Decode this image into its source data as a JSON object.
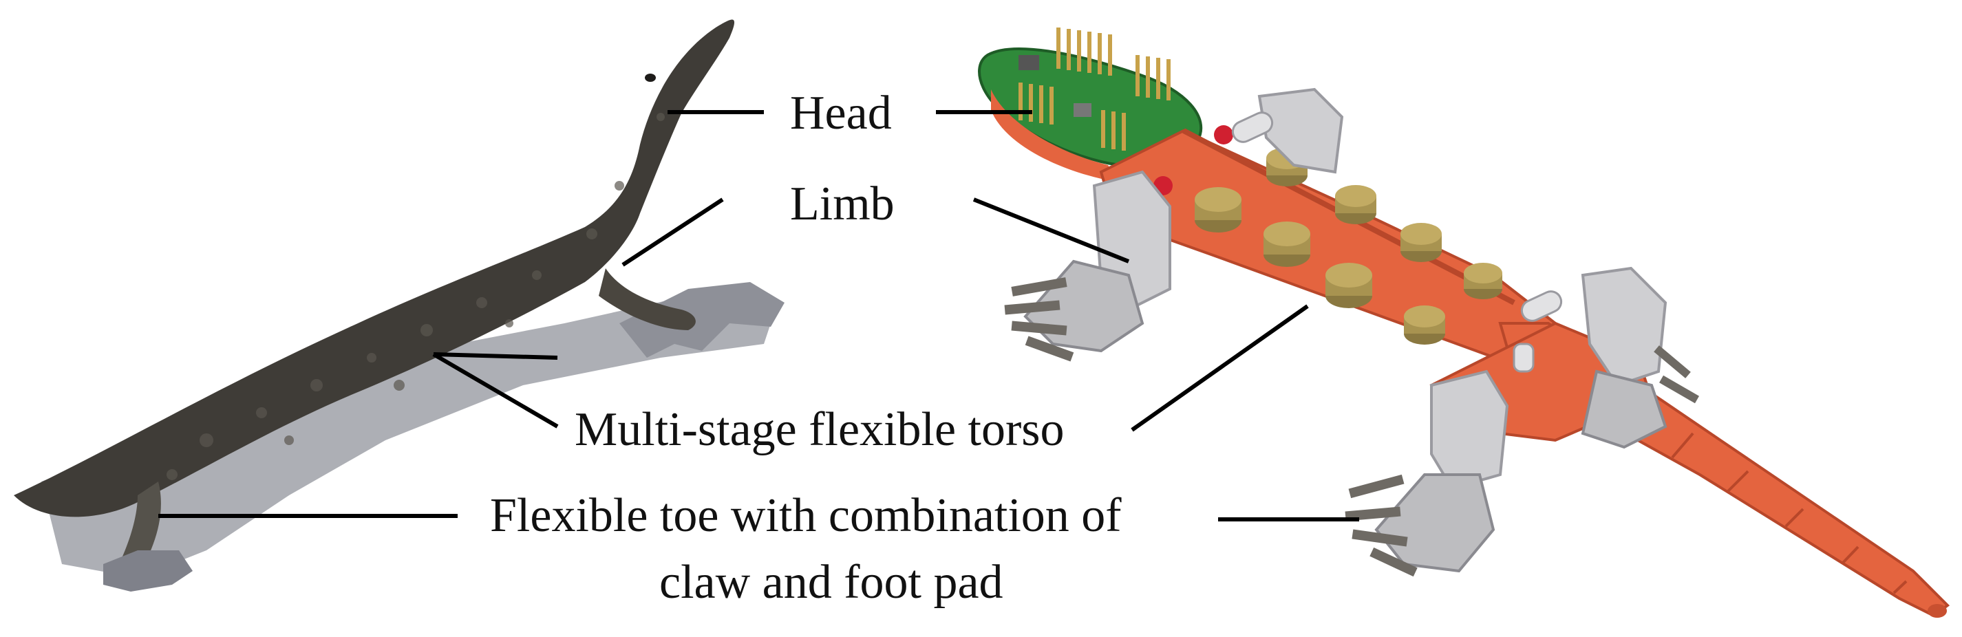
{
  "labels": {
    "head": "Head",
    "limb": "Limb",
    "torso": "Multi-stage flexible torso",
    "toe_line1": "Flexible toe with combination of",
    "toe_line2": "claw and foot pad"
  },
  "colors": {
    "lizard_skin": "#3f3c37",
    "lizard_pale": "#9a9ca3",
    "robot_body": "#e4643f",
    "robot_body_dark": "#b8472a",
    "pcb_green": "#2f8a3a",
    "motor_gold": "#a89350",
    "bracket_grey": "#cfcfd2",
    "pin_gold": "#c8a24a",
    "leader_line": "#000000"
  }
}
